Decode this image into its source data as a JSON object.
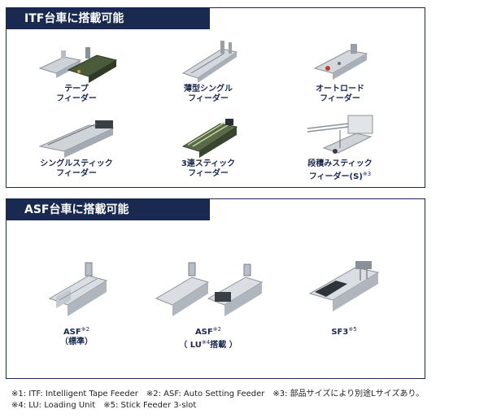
{
  "itf_panel": {
    "title": "ITF台車に搭載可能",
    "items": [
      {
        "line1": "テープ",
        "line2": "フィーダー",
        "sup": "",
        "icon": "tape-feeder-icon"
      },
      {
        "line1": "薄型シングル",
        "line2": "フィーダー",
        "sup": "",
        "icon": "thin-single-feeder-icon"
      },
      {
        "line1": "オートロード",
        "line2": "フィーダー",
        "sup": "",
        "icon": "autoload-feeder-icon"
      },
      {
        "line1": "シングルスティック",
        "line2": "フィーダー",
        "sup": "",
        "icon": "single-stick-feeder-icon"
      },
      {
        "line1": "3連スティック",
        "line2": "フィーダー",
        "sup": "",
        "icon": "triple-stick-feeder-icon"
      },
      {
        "line1": "段積みスティック",
        "line2": "フィーダー(S)",
        "sup": "※3",
        "icon": "stacked-stick-feeder-icon"
      }
    ]
  },
  "asf_panel": {
    "title": "ASF台車に搭載可能",
    "items": [
      {
        "line1": "ASF",
        "sup1": "※2",
        "line2": "（標準）",
        "icon": "asf-standard-icon"
      },
      {
        "line1": "ASF",
        "sup1": "※2",
        "line2a": "（ LU",
        "sup2": "※4",
        "line2b": "搭載 ）",
        "icon": "asf-lu-icon"
      },
      {
        "line1": "SF3",
        "sup1": "※5",
        "icon": "sf3-icon"
      }
    ]
  },
  "footnotes": {
    "line1": "※1: ITF: Intelligent Tape Feeder　※2: ASF: Auto Setting Feeder　※3: 部品サイズにより別途Lサイズあり。",
    "line2": "※4: LU: Loading Unit　※5: Stick Feeder 3-slot"
  }
}
